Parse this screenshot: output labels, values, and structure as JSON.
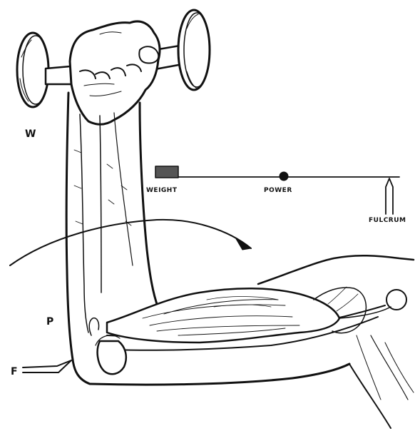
{
  "labels": {
    "w": "W",
    "p": "P",
    "f": "F",
    "weight": "WEIGHT",
    "power": "POWER",
    "fulcrum": "FULCRUM"
  },
  "colors": {
    "ink": "#111111",
    "weight_fill": "#555555",
    "paper": "#ffffff"
  }
}
